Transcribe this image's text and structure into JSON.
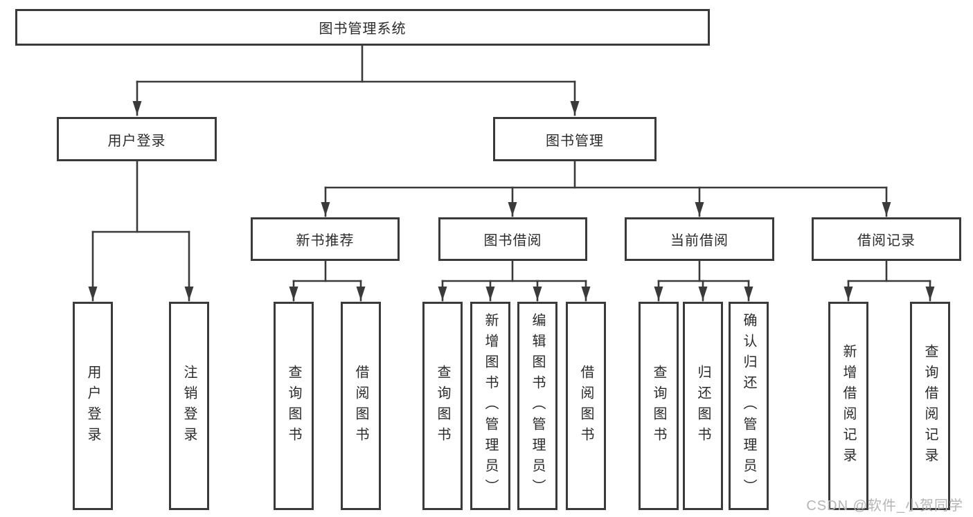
{
  "diagram": {
    "root": {
      "label": "图书管理系统"
    },
    "level2": [
      {
        "label": "用户登录"
      },
      {
        "label": "图书管理"
      }
    ],
    "level3": [
      {
        "label": "新书推荐"
      },
      {
        "label": "图书借阅"
      },
      {
        "label": "当前借阅"
      },
      {
        "label": "借阅记录"
      }
    ],
    "leaves": [
      {
        "label": "用户登录"
      },
      {
        "label": "注销登录"
      },
      {
        "label": "查询图书"
      },
      {
        "label": "借阅图书"
      },
      {
        "label": "查询图书"
      },
      {
        "label": "新增图书（管理员）"
      },
      {
        "label": "编辑图书（管理员）"
      },
      {
        "label": "借阅图书"
      },
      {
        "label": "查询图书"
      },
      {
        "label": "归还图书"
      },
      {
        "label": "确认归还（管理员）"
      },
      {
        "label": "新增借阅记录"
      },
      {
        "label": "查询借阅记录"
      }
    ]
  },
  "watermark": "CSDN @软件_小贺同学",
  "colors": {
    "line": "#3a3a3a",
    "text": "#2b2b2b",
    "watermark": "#b5b5b5",
    "background": "#ffffff"
  }
}
